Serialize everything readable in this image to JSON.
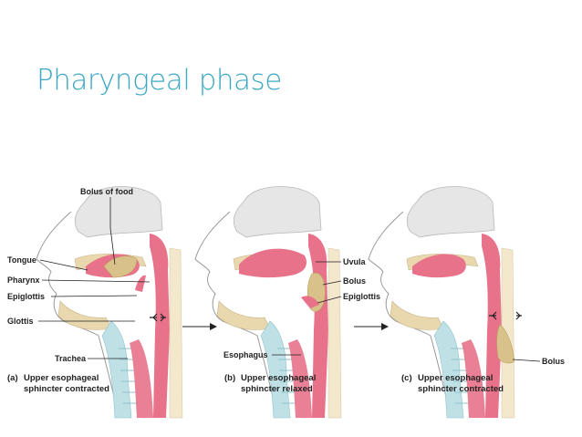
{
  "slide": {
    "title": "Pharyngeal phase"
  },
  "colors": {
    "title": "#3ea7c4",
    "tissue": "#e7728a",
    "bone": "#e9d8ae",
    "bolus": "#d9c28a",
    "cartilage": "#bfe1e6",
    "skull": "#e6e6e6"
  },
  "panels": [
    {
      "caption_id": "(a)",
      "caption_line1": "Upper esophageal",
      "caption_line2": "sphincter contracted",
      "labels": {
        "bolus_of_food": "Bolus of food",
        "tongue": "Tongue",
        "pharynx": "Pharynx",
        "epiglottis": "Epiglottis",
        "glottis": "Glottis",
        "trachea": "Trachea"
      }
    },
    {
      "caption_id": "(b)",
      "caption_line1": "Upper esophageal",
      "caption_line2": "sphincter relaxed",
      "labels": {
        "uvula": "Uvula",
        "bolus": "Bolus",
        "epiglottis": "Epiglottis",
        "esophagus": "Esophagus"
      }
    },
    {
      "caption_id": "(c)",
      "caption_line1": "Upper esophageal",
      "caption_line2": "sphincter contracted",
      "labels": {
        "bolus": "Bolus"
      }
    }
  ]
}
